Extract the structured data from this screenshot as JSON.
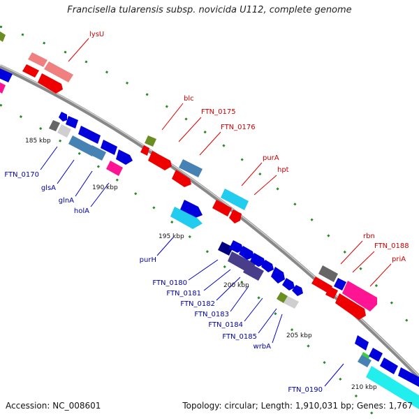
{
  "title": "Francisella tularensis subsp. novicida U112, complete genome",
  "accession": "Accession: NC_008601",
  "summary": "Topology: circular; Length: 1,910,031 bp; Genes: 1,767",
  "ticks": [
    "185 kbp",
    "190 kbp",
    "195 kbp",
    "200 kbp",
    "205 kbp",
    "210 kbp"
  ],
  "genes_top": [
    "lysU",
    "blc",
    "FTN_0175",
    "FTN_0176",
    "purA",
    "hpt",
    "rbn",
    "FTN_0188",
    "priA"
  ],
  "genes_bottom": [
    "FTN_0170",
    "glsA",
    "glnA",
    "holA",
    "purH",
    "FTN_0180",
    "FTN_0181",
    "FTN_0182",
    "FTN_0183",
    "FTN_0184",
    "FTN_0185",
    "wrbA",
    "FTN_0190"
  ],
  "colors": {
    "top_label": "#cc0000",
    "bottom_label": "#0000aa",
    "backbone": "#888888"
  }
}
